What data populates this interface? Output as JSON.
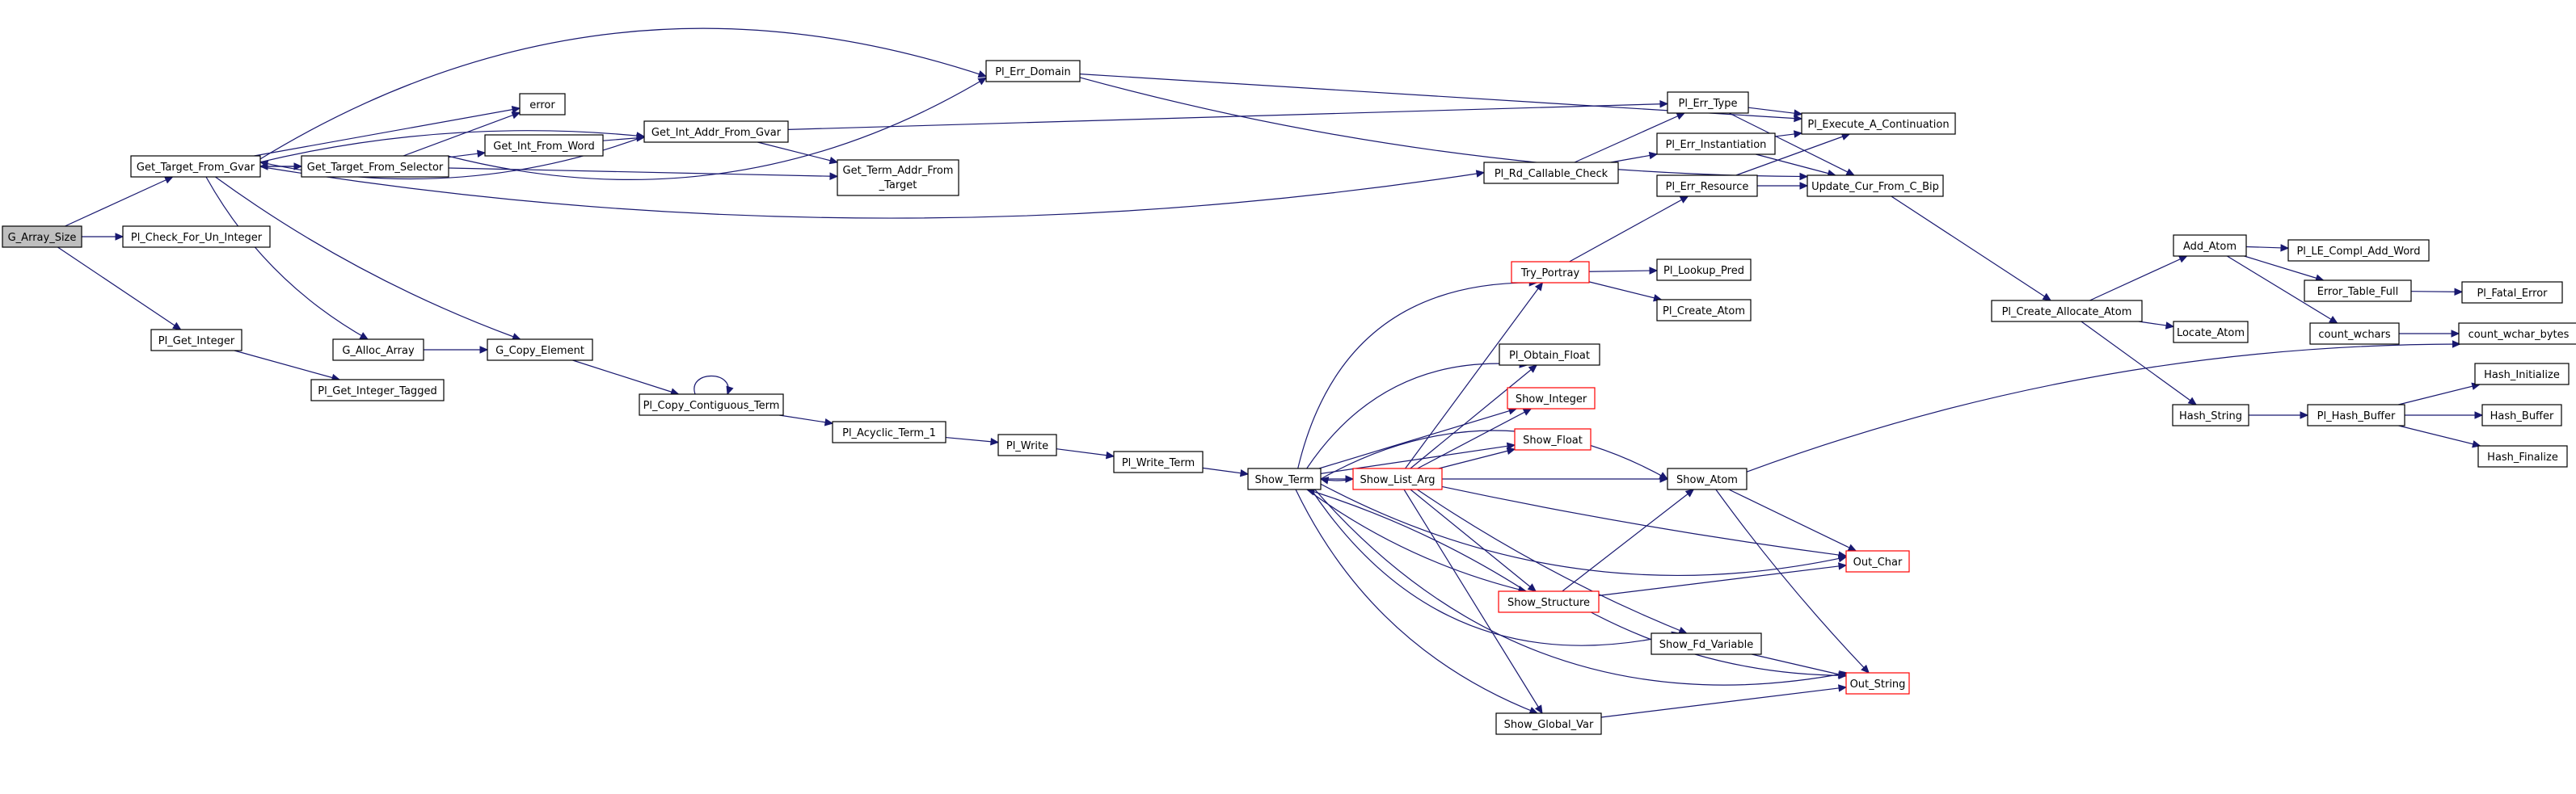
{
  "colors": {
    "edge": "#191970",
    "root_fill": "#bfbfbf",
    "node_fill": "#ffffff",
    "node_border": "#000000",
    "truncated_border": "#ff0000"
  },
  "nodes": {
    "g_array_size": {
      "label": "G_Array_Size",
      "style": "root"
    },
    "get_target_from_gvar": {
      "label": "Get_Target_From_Gvar",
      "style": "normal"
    },
    "pl_check_for_un_integer": {
      "label": "Pl_Check_For_Un_Integer",
      "style": "normal"
    },
    "pl_get_integer": {
      "label": "Pl_Get_Integer",
      "style": "normal"
    },
    "pl_get_integer_tagged": {
      "label": "Pl_Get_Integer_Tagged",
      "style": "normal"
    },
    "get_target_from_selector": {
      "label": "Get_Target_From_Selector",
      "style": "normal"
    },
    "error": {
      "label": "error",
      "style": "normal"
    },
    "get_int_from_word": {
      "label": "Get_Int_From_Word",
      "style": "normal"
    },
    "get_int_addr_from_gvar": {
      "label": "Get_Int_Addr_From_Gvar",
      "style": "normal"
    },
    "get_term_addr_from_target": {
      "label": "Get_Term_Addr_From",
      "label2": "_Target",
      "style": "normal"
    },
    "g_alloc_array": {
      "label": "G_Alloc_Array",
      "style": "normal"
    },
    "g_copy_element": {
      "label": "G_Copy_Element",
      "style": "normal"
    },
    "pl_copy_contiguous_term": {
      "label": "Pl_Copy_Contiguous_Term",
      "style": "normal"
    },
    "pl_acyclic_term_1": {
      "label": "Pl_Acyclic_Term_1",
      "style": "normal"
    },
    "pl_write": {
      "label": "Pl_Write",
      "style": "normal"
    },
    "pl_write_term": {
      "label": "Pl_Write_Term",
      "style": "normal"
    },
    "show_term": {
      "label": "Show_Term",
      "style": "normal"
    },
    "show_list_arg": {
      "label": "Show_List_Arg",
      "style": "red"
    },
    "pl_err_domain": {
      "label": "Pl_Err_Domain",
      "style": "normal"
    },
    "pl_rd_callable_check": {
      "label": "Pl_Rd_Callable_Check",
      "style": "normal"
    },
    "pl_err_type": {
      "label": "Pl_Err_Type",
      "style": "normal"
    },
    "pl_err_instantiation": {
      "label": "Pl_Err_Instantiation",
      "style": "normal"
    },
    "pl_err_resource": {
      "label": "Pl_Err_Resource",
      "style": "normal"
    },
    "pl_execute_a_continuation": {
      "label": "Pl_Execute_A_Continuation",
      "style": "normal"
    },
    "update_cur_from_c_bip": {
      "label": "Update_Cur_From_C_Bip",
      "style": "normal"
    },
    "try_portray": {
      "label": "Try_Portray",
      "style": "red"
    },
    "pl_lookup_pred": {
      "label": "Pl_Lookup_Pred",
      "style": "normal"
    },
    "pl_create_atom": {
      "label": "Pl_Create_Atom",
      "style": "normal"
    },
    "pl_obtain_float": {
      "label": "Pl_Obtain_Float",
      "style": "normal"
    },
    "show_integer": {
      "label": "Show_Integer",
      "style": "red"
    },
    "show_float": {
      "label": "Show_Float",
      "style": "red"
    },
    "show_atom": {
      "label": "Show_Atom",
      "style": "normal"
    },
    "show_structure": {
      "label": "Show_Structure",
      "style": "red"
    },
    "show_fd_variable": {
      "label": "Show_Fd_Variable",
      "style": "normal"
    },
    "show_global_var": {
      "label": "Show_Global_Var",
      "style": "normal"
    },
    "out_char": {
      "label": "Out_Char",
      "style": "red"
    },
    "out_string": {
      "label": "Out_String",
      "style": "red"
    },
    "pl_create_allocate_atom": {
      "label": "Pl_Create_Allocate_Atom",
      "style": "normal"
    },
    "add_atom": {
      "label": "Add_Atom",
      "style": "normal"
    },
    "locate_atom": {
      "label": "Locate_Atom",
      "style": "normal"
    },
    "hash_string": {
      "label": "Hash_String",
      "style": "normal"
    },
    "pl_le_compl_add_word": {
      "label": "Pl_LE_Compl_Add_Word",
      "style": "normal"
    },
    "error_table_full": {
      "label": "Error_Table_Full",
      "style": "normal"
    },
    "count_wchars": {
      "label": "count_wchars",
      "style": "normal"
    },
    "pl_fatal_error": {
      "label": "Pl_Fatal_Error",
      "style": "normal"
    },
    "count_wchar_bytes": {
      "label": "count_wchar_bytes",
      "style": "normal"
    },
    "pl_hash_buffer": {
      "label": "Pl_Hash_Buffer",
      "style": "normal"
    },
    "hash_initialize": {
      "label": "Hash_Initialize",
      "style": "normal"
    },
    "hash_buffer": {
      "label": "Hash_Buffer",
      "style": "normal"
    },
    "hash_finalize": {
      "label": "Hash_Finalize",
      "style": "normal"
    }
  },
  "edges": [
    [
      "g_array_size",
      "get_target_from_gvar"
    ],
    [
      "g_array_size",
      "pl_check_for_un_integer"
    ],
    [
      "g_array_size",
      "pl_get_integer"
    ],
    [
      "pl_get_integer",
      "pl_get_integer_tagged"
    ],
    [
      "get_target_from_gvar",
      "get_target_from_selector"
    ],
    [
      "get_target_from_gvar",
      "get_int_addr_from_gvar"
    ],
    [
      "get_target_from_gvar",
      "pl_err_domain"
    ],
    [
      "get_target_from_gvar",
      "pl_rd_callable_check"
    ],
    [
      "get_target_from_gvar",
      "g_alloc_array"
    ],
    [
      "get_target_from_gvar",
      "g_copy_element"
    ],
    [
      "get_target_from_gvar",
      "error"
    ],
    [
      "get_target_from_selector",
      "get_target_from_gvar"
    ],
    [
      "get_target_from_selector",
      "error"
    ],
    [
      "get_target_from_selector",
      "get_int_from_word"
    ],
    [
      "get_target_from_selector",
      "get_term_addr_from_target"
    ],
    [
      "get_target_from_selector",
      "pl_err_domain"
    ],
    [
      "get_int_from_word",
      "get_int_addr_from_gvar"
    ],
    [
      "get_int_addr_from_gvar",
      "get_target_from_gvar"
    ],
    [
      "get_int_addr_from_gvar",
      "get_term_addr_from_target"
    ],
    [
      "get_int_addr_from_gvar",
      "pl_err_type"
    ],
    [
      "g_alloc_array",
      "g_copy_element"
    ],
    [
      "g_copy_element",
      "pl_copy_contiguous_term"
    ],
    [
      "pl_copy_contiguous_term",
      "pl_copy_contiguous_term"
    ],
    [
      "pl_copy_contiguous_term",
      "pl_acyclic_term_1"
    ],
    [
      "pl_acyclic_term_1",
      "pl_write"
    ],
    [
      "pl_write",
      "pl_write_term"
    ],
    [
      "pl_write_term",
      "show_term"
    ],
    [
      "pl_err_domain",
      "pl_execute_a_continuation"
    ],
    [
      "pl_err_domain",
      "update_cur_from_c_bip"
    ],
    [
      "pl_rd_callable_check",
      "pl_err_type"
    ],
    [
      "pl_rd_callable_check",
      "pl_err_instantiation"
    ],
    [
      "pl_err_type",
      "pl_execute_a_continuation"
    ],
    [
      "pl_err_type",
      "update_cur_from_c_bip"
    ],
    [
      "pl_err_instantiation",
      "pl_execute_a_continuation"
    ],
    [
      "pl_err_instantiation",
      "update_cur_from_c_bip"
    ],
    [
      "pl_err_resource",
      "pl_execute_a_continuation"
    ],
    [
      "pl_err_resource",
      "update_cur_from_c_bip"
    ],
    [
      "update_cur_from_c_bip",
      "pl_create_allocate_atom"
    ],
    [
      "try_portray",
      "pl_err_resource"
    ],
    [
      "try_portray",
      "pl_lookup_pred"
    ],
    [
      "try_portray",
      "pl_create_atom"
    ],
    [
      "show_term",
      "show_list_arg"
    ],
    [
      "show_term",
      "try_portray"
    ],
    [
      "show_term",
      "pl_obtain_float"
    ],
    [
      "show_term",
      "show_integer"
    ],
    [
      "show_term",
      "show_float"
    ],
    [
      "show_term",
      "show_atom"
    ],
    [
      "show_term",
      "show_structure"
    ],
    [
      "show_term",
      "show_fd_variable"
    ],
    [
      "show_term",
      "show_global_var"
    ],
    [
      "show_term",
      "out_char"
    ],
    [
      "show_term",
      "out_string"
    ],
    [
      "show_list_arg",
      "show_term"
    ],
    [
      "show_list_arg",
      "try_portray"
    ],
    [
      "show_list_arg",
      "pl_obtain_float"
    ],
    [
      "show_list_arg",
      "show_integer"
    ],
    [
      "show_list_arg",
      "show_float"
    ],
    [
      "show_list_arg",
      "show_atom"
    ],
    [
      "show_list_arg",
      "show_structure"
    ],
    [
      "show_list_arg",
      "show_fd_variable"
    ],
    [
      "show_list_arg",
      "show_global_var"
    ],
    [
      "show_list_arg",
      "out_char"
    ],
    [
      "show_structure",
      "show_term"
    ],
    [
      "show_structure",
      "show_atom"
    ],
    [
      "show_structure",
      "out_char"
    ],
    [
      "show_structure",
      "out_string"
    ],
    [
      "show_atom",
      "out_char"
    ],
    [
      "show_atom",
      "out_string"
    ],
    [
      "show_atom",
      "count_wchar_bytes"
    ],
    [
      "show_fd_variable",
      "out_string"
    ],
    [
      "show_global_var",
      "out_string"
    ],
    [
      "pl_create_allocate_atom",
      "add_atom"
    ],
    [
      "pl_create_allocate_atom",
      "locate_atom"
    ],
    [
      "pl_create_allocate_atom",
      "hash_string"
    ],
    [
      "add_atom",
      "pl_le_compl_add_word"
    ],
    [
      "add_atom",
      "error_table_full"
    ],
    [
      "add_atom",
      "count_wchars"
    ],
    [
      "error_table_full",
      "pl_fatal_error"
    ],
    [
      "count_wchars",
      "count_wchar_bytes"
    ],
    [
      "hash_string",
      "pl_hash_buffer"
    ],
    [
      "pl_hash_buffer",
      "hash_initialize"
    ],
    [
      "pl_hash_buffer",
      "hash_buffer"
    ],
    [
      "pl_hash_buffer",
      "hash_finalize"
    ]
  ]
}
